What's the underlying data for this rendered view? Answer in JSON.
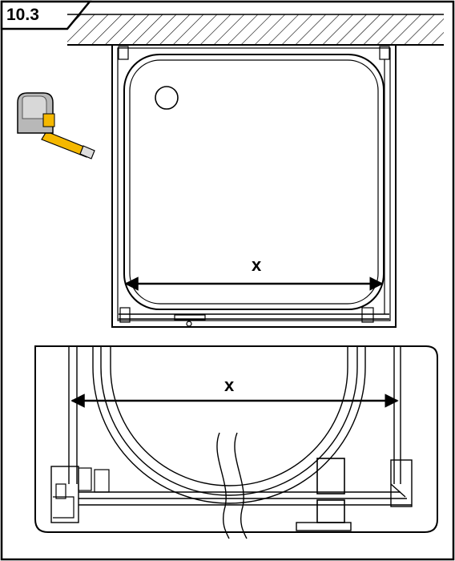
{
  "step": {
    "number": "10.3"
  },
  "dimension_label_top": "x",
  "dimension_label_bottom": "x",
  "icons": {
    "tape": "tape-measure-icon"
  },
  "colors": {
    "line": "#000000",
    "tape_yellow": "#f5b800",
    "tape_case": "#b0b0b0"
  }
}
